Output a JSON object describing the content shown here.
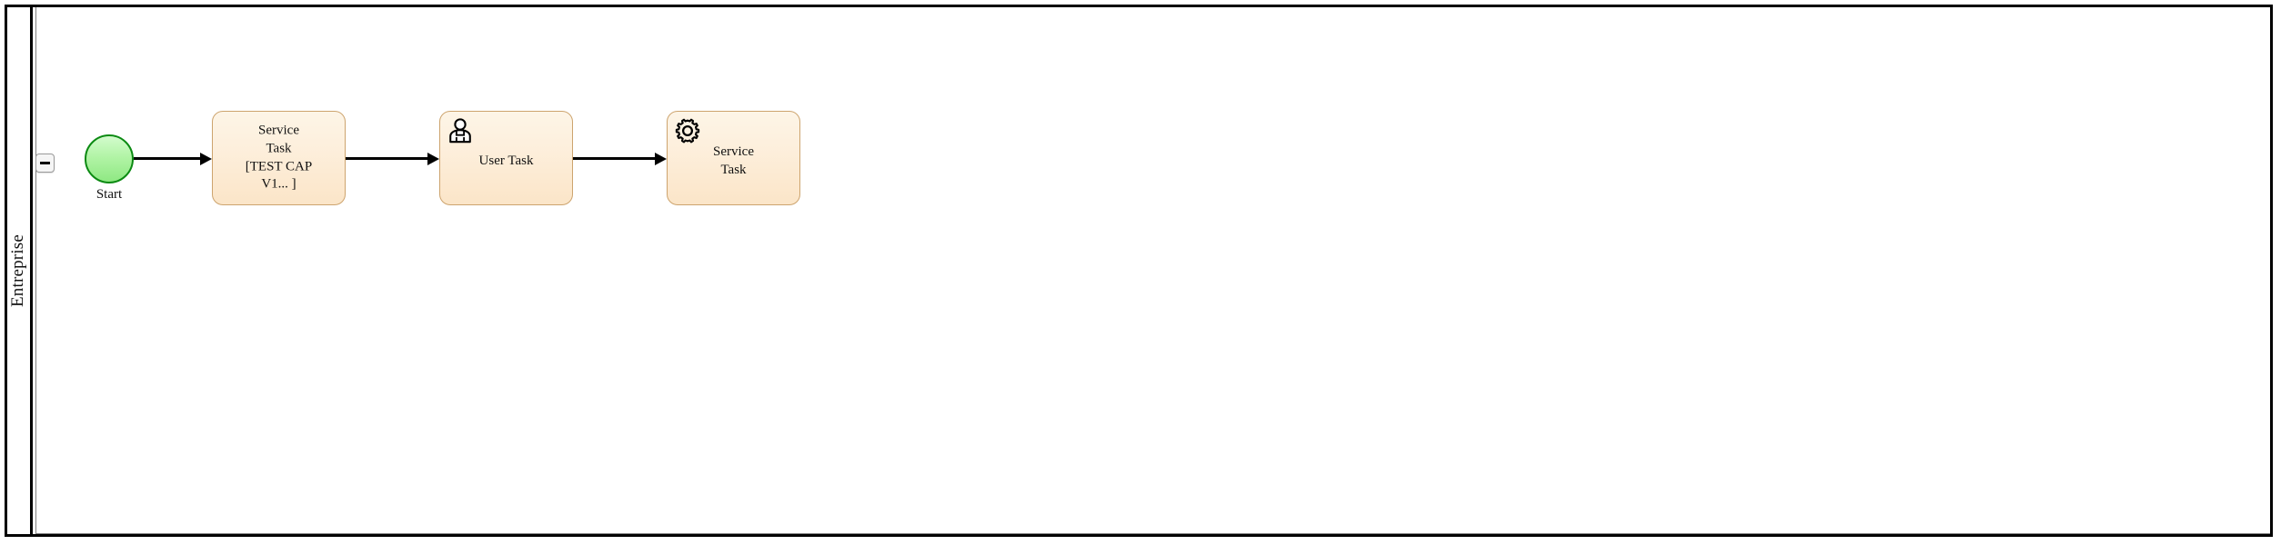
{
  "diagram": {
    "type": "bpmn-process",
    "pool": {
      "lane_label": "Entreprise",
      "collapse_toggle": {
        "icon": "minus-icon",
        "state": "expanded"
      }
    },
    "colors": {
      "pool_border": "#000000",
      "lane_divider": "#808080",
      "task_fill": "#fdefdc",
      "task_border": "#cda46e",
      "start_fill": "#9df08f",
      "start_border": "#0b8a12",
      "connector": "#000000",
      "collapse_button_fill": "#f5f5f5",
      "collapse_button_border": "#9a9a9a"
    },
    "nodes": [
      {
        "id": "start",
        "kind": "start-event",
        "label": "Start",
        "icon": "none"
      },
      {
        "id": "task-1",
        "kind": "service-task",
        "label": "Service\nTask\n[TEST CAP\nV1... ]",
        "icon": "none"
      },
      {
        "id": "task-2",
        "kind": "user-task",
        "label": "User Task",
        "icon": "user-icon"
      },
      {
        "id": "task-3",
        "kind": "service-task",
        "label": "Service\nTask",
        "icon": "gear-icon"
      }
    ],
    "flows": [
      {
        "id": "flow-1",
        "from": "start",
        "to": "task-1",
        "label": ""
      },
      {
        "id": "flow-2",
        "from": "task-1",
        "to": "task-2",
        "label": ""
      },
      {
        "id": "flow-3",
        "from": "task-2",
        "to": "task-3",
        "label": ""
      }
    ]
  }
}
